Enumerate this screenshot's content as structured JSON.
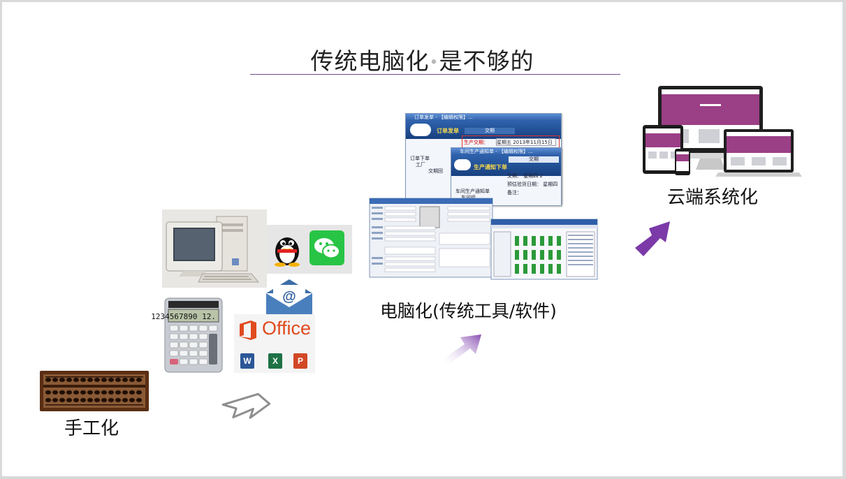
{
  "title": {
    "left": "传统电脑化",
    "sep": "•",
    "right": "是不够的"
  },
  "stages": {
    "manual": "手工化",
    "computer": "电脑化(传统工具/软件)",
    "cloud": "云端系统化"
  },
  "office_logo_text": "Office",
  "app_icons": {
    "word": "W",
    "excel": "X",
    "powerpoint": "P"
  },
  "calculator_display": "1234567890 12.",
  "email_symbol": "@",
  "erp_windows": {
    "order": {
      "title": "订单发单 - 【编辑权限】...",
      "band_label": "订单发单",
      "tab": "交期",
      "field_label": "生产交期：",
      "field_value": "星期五 2013年11月15日",
      "tree": [
        "订单下单",
        "工厂",
        "交期回"
      ]
    },
    "production": {
      "title": "车间生产通知单 - 【编辑权限】...",
      "band_label": "生产通知下单",
      "tab": "交期",
      "fields": [
        {
          "label": "交期：",
          "value": "星期四 2"
        },
        {
          "label": "预估验货日期：",
          "value": "星期四"
        },
        {
          "label": "备注：",
          "value": ""
        }
      ],
      "tree": [
        "车间生产通知单",
        "车间组"
      ]
    }
  },
  "colors": {
    "accent_purple": "#7b3aa8",
    "rule": "#6f4b8b",
    "office_orange": "#e04a1e"
  }
}
